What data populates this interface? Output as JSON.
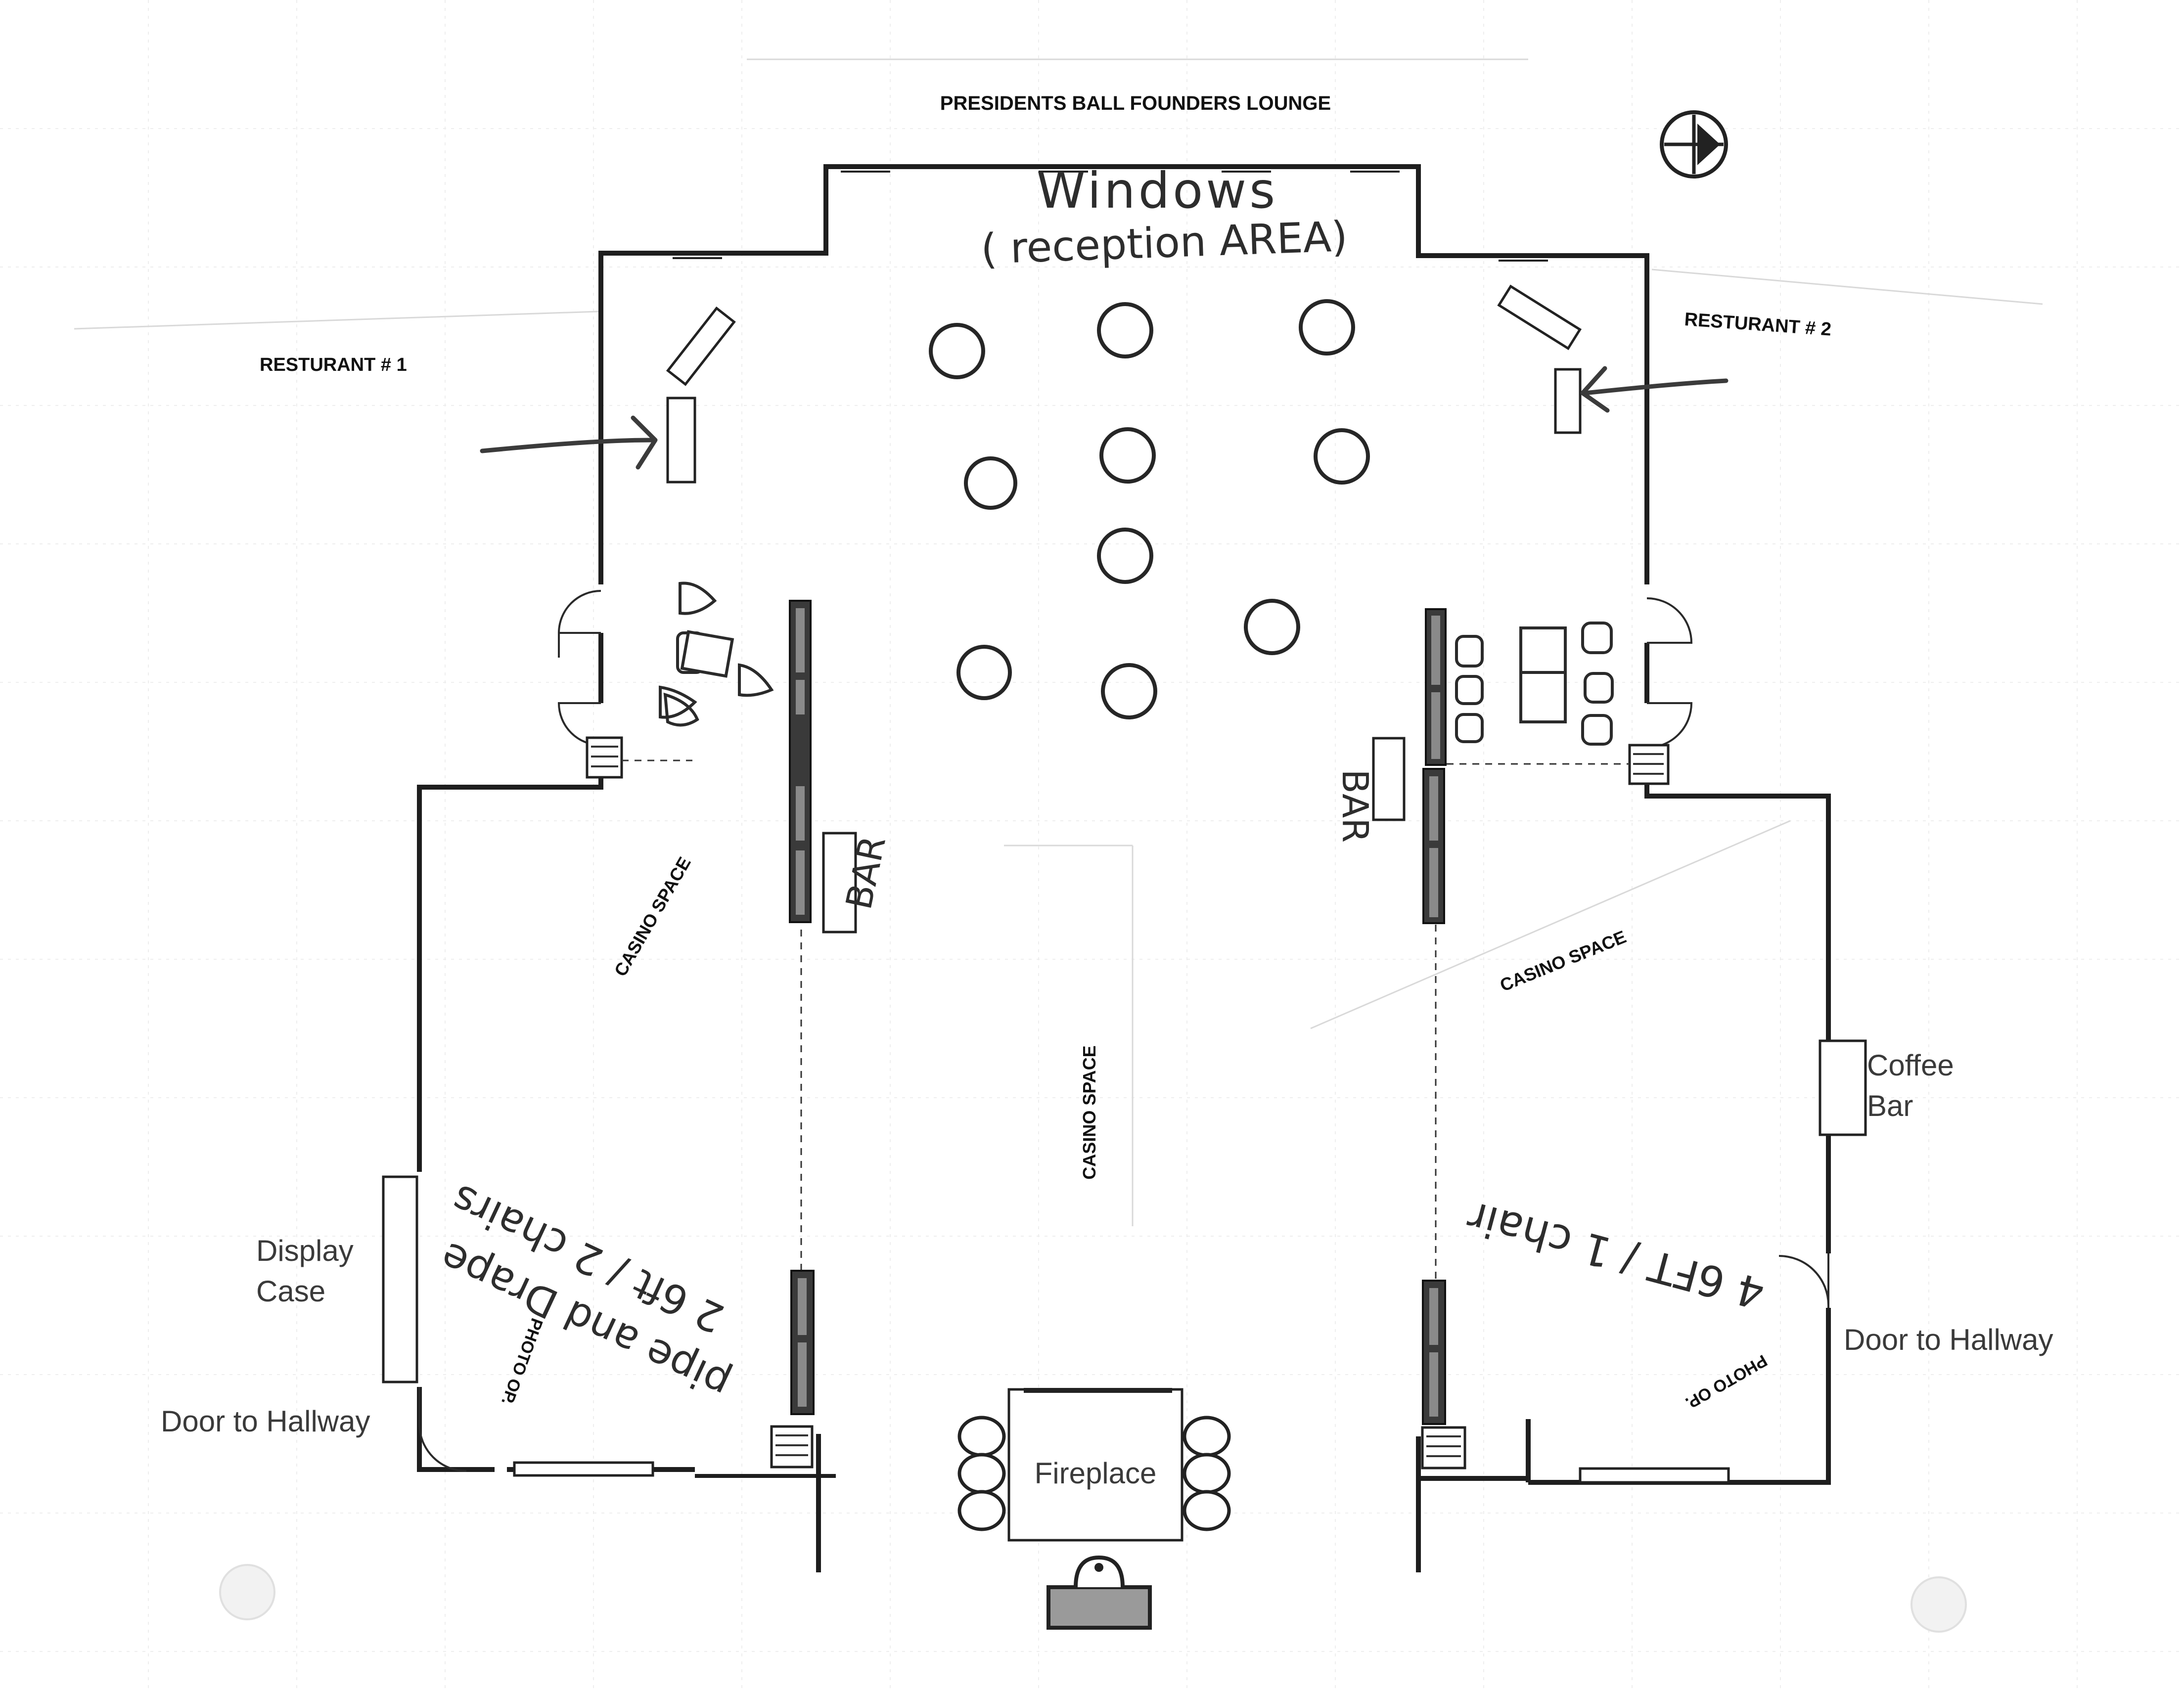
{
  "title": "PRESIDENTS BALL FOUNDERS LOUNGE",
  "labels": {
    "restaurant_1": "RESTURANT # 1",
    "restaurant_2": "RESTURANT # 2",
    "casino_left": "CASINO SPACE",
    "casino_center": "CASINO SPACE",
    "casino_right": "CASINO SPACE",
    "photo_left": "PHOTO OP.",
    "photo_right": "PHOTO OP.",
    "display_case_line1": "Display",
    "display_case_line2": "Case",
    "door_left": "Door to Hallway",
    "door_right": "Door to Hallway",
    "coffee_bar_line1": "Coffee",
    "coffee_bar_line2": "Bar",
    "fireplace": "Fireplace"
  },
  "handwritten": {
    "windows": "Windows",
    "reception": "( reception AREA)",
    "bar_left": "BAR",
    "bar_right": "BAR",
    "note_left_line1": "2 6ft / 2 chairs",
    "note_left_line2": "pipe and Drape",
    "note_right": "4 6FT / 1 chair"
  },
  "icons": {
    "compass": "north-arrow-icon"
  },
  "colors": {
    "wall": "#1e1e1e",
    "ink": "#2d2d2d",
    "divider": "#3a3a3a"
  }
}
